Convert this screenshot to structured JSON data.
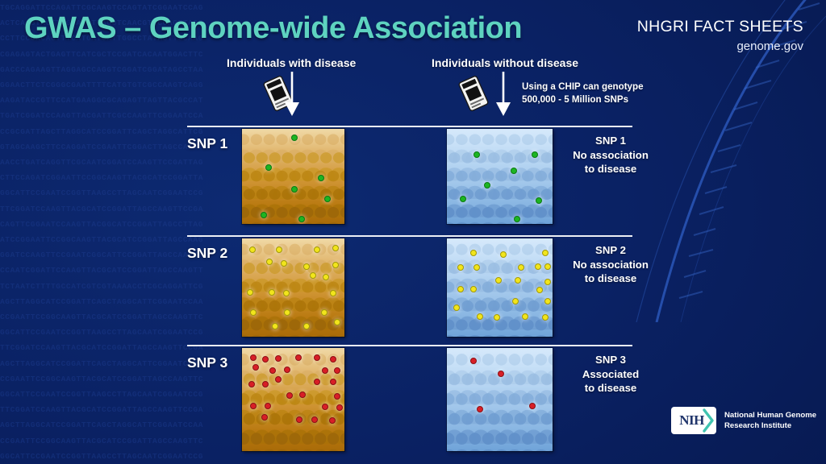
{
  "page": {
    "title": "GWAS – Genome-wide Association",
    "background_color": "#0a2163",
    "title_color": "#5ed3c0"
  },
  "brand": {
    "line1": "NHGRI FACT SHEETS",
    "line2": "genome.gov"
  },
  "columns": {
    "cases_heading": "Individuals with disease",
    "controls_heading": "Individuals without disease",
    "chip_note_line1": "Using a CHIP can genotype",
    "chip_note_line2": "500,000 - 5 Million SNPs",
    "chip_icon": "microarray-chip-icon",
    "arrow_icon": "down-arrow-icon"
  },
  "rows": [
    {
      "label": "SNP 1",
      "dot_color": "#1db522",
      "dot_stroke": "#0a7a10",
      "description_line1": "SNP 1",
      "description_line2": "No association",
      "description_line3": "to disease",
      "case_dot_count": 7,
      "control_dot_count": 7,
      "case_dots": [
        [
          48,
          8
        ],
        [
          23,
          48
        ],
        [
          48,
          77
        ],
        [
          74,
          62
        ],
        [
          80,
          90
        ],
        [
          18,
          112
        ],
        [
          55,
          124
        ]
      ],
      "control_dots": [
        [
          25,
          30
        ],
        [
          80,
          30
        ],
        [
          60,
          52
        ],
        [
          35,
          72
        ],
        [
          12,
          90
        ],
        [
          84,
          92
        ],
        [
          63,
          118
        ]
      ]
    },
    {
      "label": "SNP 2",
      "dot_color": "#f2e51c",
      "dot_stroke": "#a39a06",
      "description_line1": "SNP 2",
      "description_line2": "No association",
      "description_line3": "to disease",
      "case_dot_count": 20,
      "control_dot_count": 21,
      "case_dots": [
        [
          7,
          10
        ],
        [
          33,
          10
        ],
        [
          70,
          10
        ],
        [
          88,
          8
        ],
        [
          24,
          26
        ],
        [
          38,
          28
        ],
        [
          60,
          33
        ],
        [
          88,
          30
        ],
        [
          66,
          44
        ],
        [
          79,
          46
        ],
        [
          5,
          66
        ],
        [
          26,
          66
        ],
        [
          40,
          67
        ],
        [
          86,
          67
        ],
        [
          8,
          92
        ],
        [
          41,
          92
        ],
        [
          77,
          92
        ],
        [
          29,
          110
        ],
        [
          60,
          110
        ],
        [
          90,
          105
        ]
      ],
      "control_dots": [
        [
          22,
          15
        ],
        [
          50,
          17
        ],
        [
          90,
          15
        ],
        [
          10,
          34
        ],
        [
          25,
          34
        ],
        [
          67,
          34
        ],
        [
          83,
          32
        ],
        [
          92,
          33
        ],
        [
          46,
          50
        ],
        [
          64,
          50
        ],
        [
          92,
          52
        ],
        [
          10,
          62
        ],
        [
          22,
          62
        ],
        [
          85,
          63
        ],
        [
          62,
          78
        ],
        [
          92,
          78
        ],
        [
          28,
          98
        ],
        [
          44,
          99
        ],
        [
          71,
          98
        ],
        [
          90,
          99
        ],
        [
          6,
          86
        ]
      ]
    },
    {
      "label": "SNP 3",
      "dot_color": "#d81f26",
      "dot_stroke": "#8c0f14",
      "description_line1": "SNP 3",
      "description_line2": "Associated",
      "description_line3": "to disease",
      "case_dot_count": 25,
      "control_dot_count": 4,
      "case_dots": [
        [
          8,
          8
        ],
        [
          20,
          10
        ],
        [
          32,
          9
        ],
        [
          52,
          8
        ],
        [
          70,
          8
        ],
        [
          86,
          10
        ],
        [
          10,
          20
        ],
        [
          27,
          24
        ],
        [
          41,
          23
        ],
        [
          78,
          24
        ],
        [
          90,
          24
        ],
        [
          32,
          35
        ],
        [
          6,
          41
        ],
        [
          20,
          41
        ],
        [
          70,
          38
        ],
        [
          86,
          38
        ],
        [
          43,
          55
        ],
        [
          56,
          54
        ],
        [
          90,
          56
        ],
        [
          8,
          68
        ],
        [
          22,
          68
        ],
        [
          78,
          69
        ],
        [
          92,
          70
        ],
        [
          19,
          82
        ],
        [
          53,
          85
        ],
        [
          68,
          85
        ],
        [
          85,
          86
        ]
      ],
      "control_dots": [
        [
          22,
          12
        ],
        [
          48,
          28
        ],
        [
          28,
          72
        ],
        [
          78,
          68
        ]
      ]
    }
  ],
  "logo": {
    "mark_text": "NIH",
    "chevron_icon": "chevron-right-icon",
    "name_line1": "National Human Genome",
    "name_line2": "Research Institute",
    "accent_color": "#3fc3b0"
  },
  "dna_background": [
    "TGCAGGATTCCAGATTCGCAAGTCCAGTATCGGAATCCAG",
    "ACTCAAGTACTTCGTATGTTAGGTCAACGTTCCAGTTAGC",
    "CCTTCCGACAGTTTCATGATCATTGGCCTATAGTTCCAAG",
    "CGAGAGTACTGAGTTCATCGCTCCGATCACAATGGACTTC",
    "GACCCAGAAGTTAGGAGCCAGGTCGGATCGGATAGCCTAA",
    "GGAACTTCTCGGGCGAATTTTCATGTGTCGCCAAGTCAGG",
    "AAGATACCGTTCCATGAAGGCGCAGAGTTAGTTACGCCAT",
    "TGATCGGATCCAAGTTACGATTCGCCAAGTTCGGAATCCA",
    "CCGCGATTAGCTTAGGCATCCGGATTCAGCTAGGCATTCG",
    "GTAGCAAGCTTCCAGGATCCGAATTCGGACTTAGCCAAGT",
    "AACCTGATCAGGTTCGCAATCGGATCCAAGTTCCGATTAG",
    "CTTCCAGATCGGAATTCCGGCAAGTTACGCATCCGGATTA",
    "GGCATTCCGAATCCGGTTAAGCCTTAGCAATCGGAATCCG",
    "TTCGGATCCAAGTTACGCATCCGGATTAGCCAAGTTCCGA",
    "CAGTTCGGAATCCAAGTTACGGCATCCGGATTAGCCTTAG",
    "ATCCGGAATTCCGGCAAGTTACGCATCCGGATTAGCCAAG",
    "GGATCCAAGTTCCGAATCGGCATTCCGGATTAGCCAAGTT",
    "CCAATCGGATTCCAAGTTACGCATCCGGATTAGCCAAGTT",
    "TCTAATCTTTTGCCATCGTCGTAAAACCTCGCAGGATTCG",
    "AGCTTAGGCATCCGGATTCAGCTAGGCATTCGGAATCCAA",
    "CCGAATTCCGGCAAGTTACGCATCCGGATTAGCCAAGTTC",
    "GGCATTCCGAATCCGGTTAAGCCTTAGCAATCGGAATCCG",
    "TTCGGATCCAAGTTACGCATCCGGATTAGCCAAGTTCCGA",
    "AGCTTAGGCATCCGGATTCAGCTAGGCATTCGGAATCCAA",
    "CCGAATTCCGGCAAGTTACGCATCCGGATTAGCCAAGTTC",
    "GGCATTCCGAATCCGGTTAAGCCTTAGCAATCGGAATCCG",
    "TTCGGATCCAAGTTACGCATCCGGATTAGCCAAGTTCCGA",
    "AGCTTAGGCATCCGGATTCAGCTAGGCATTCGGAATCCAA",
    "CCGAATTCCGGCAAGTTACGCATCCGGATTAGCCAAGTTC",
    "GGCATTCCGAATCCGGTTAAGCCTTAGCAATCGGAATCCG"
  ]
}
